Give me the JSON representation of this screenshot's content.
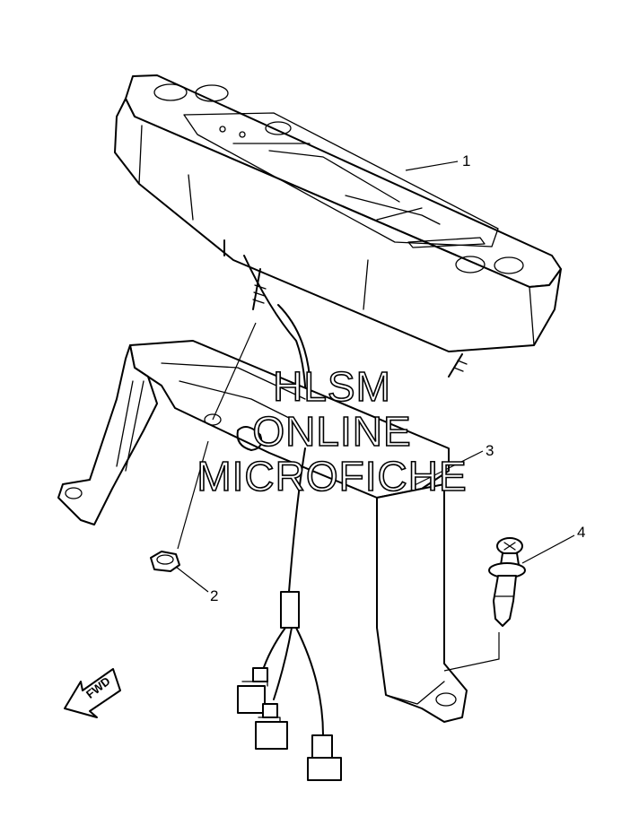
{
  "callouts": [
    {
      "id": "1",
      "label": "1"
    },
    {
      "id": "2",
      "label": "2"
    },
    {
      "id": "3",
      "label": "3"
    },
    {
      "id": "4",
      "label": "4"
    }
  ],
  "watermark": {
    "line1": "HLSM",
    "line2": "ONLINE",
    "line3": "MICROFICHE"
  },
  "direction_arrow": {
    "label": "FWD"
  }
}
